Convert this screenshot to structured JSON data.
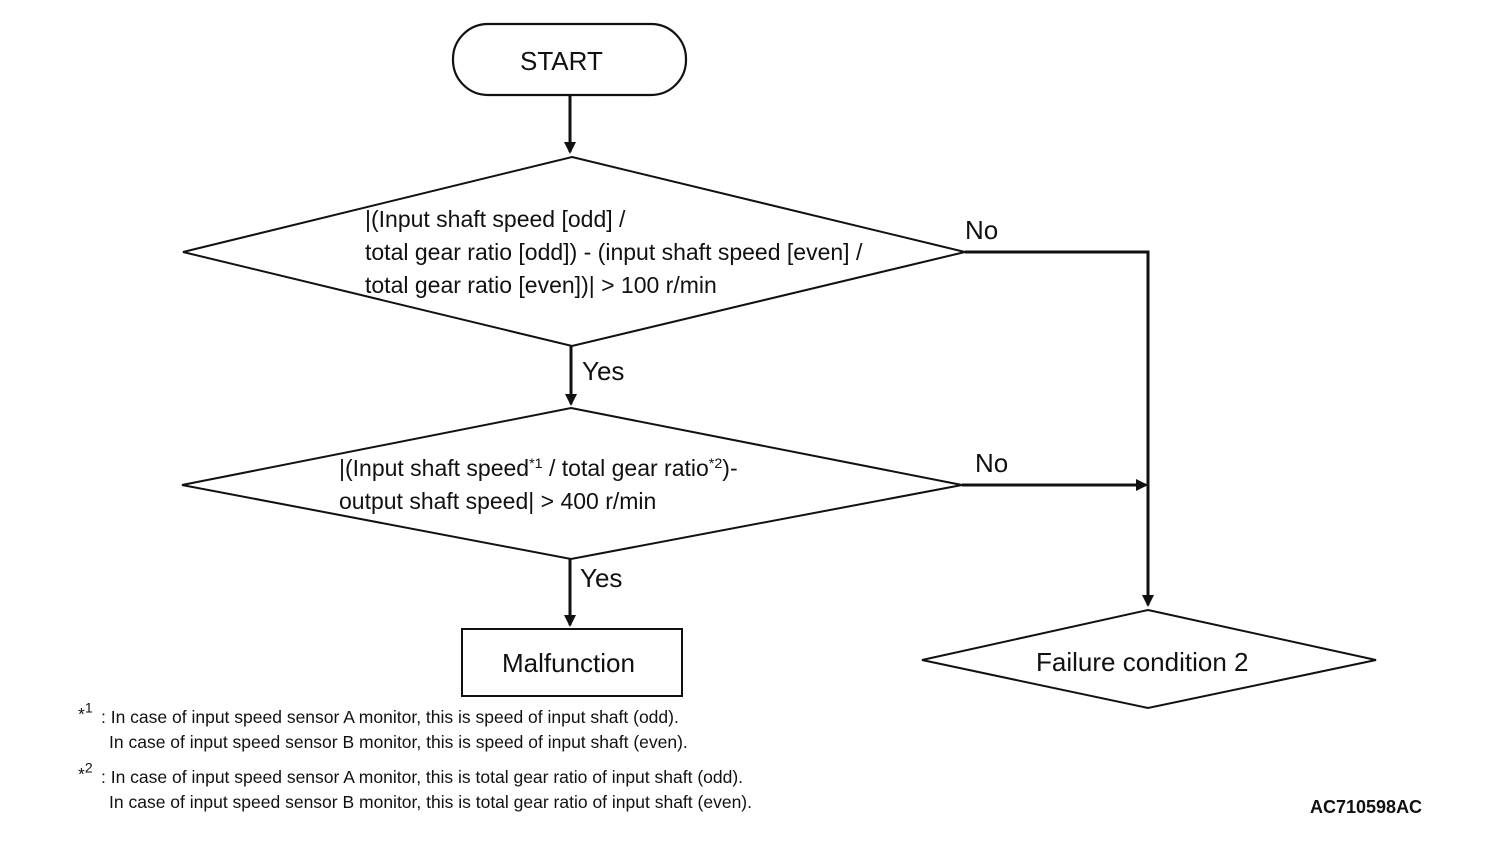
{
  "nodes": {
    "start": {
      "label": "START"
    },
    "decision_1": {
      "lines": [
        "|(Input shaft speed [odd] /",
        "total gear ratio [odd]) - (input shaft speed [even] /",
        "total gear ratio [even])| > 100 r/min"
      ]
    },
    "decision_2": {
      "line1_a": "|(Input shaft speed",
      "line1_sup1": "*1",
      "line1_b": " / total gear ratio",
      "line1_sup2": "*2",
      "line1_c": ")-",
      "line2": "output shaft speed| > 400 r/min"
    },
    "malfunction": {
      "label": "Malfunction"
    },
    "failure_condition": {
      "label": "Failure condition 2"
    }
  },
  "edges": {
    "d1_no": "No",
    "d1_yes": "Yes",
    "d2_no": "No",
    "d2_yes": "Yes"
  },
  "notes": [
    {
      "marker": "*",
      "marker_sup": "1",
      "lines": [
        ": In case of input speed sensor A monitor, this is speed of input shaft (odd).",
        "In case of input speed sensor B monitor, this is speed of input shaft (even)."
      ]
    },
    {
      "marker": "*",
      "marker_sup": "2",
      "lines": [
        ": In case of input speed sensor A monitor, this is total gear ratio of input shaft (odd).",
        "In case of input speed sensor B monitor, this is total gear ratio of input shaft (even)."
      ]
    }
  ],
  "figure_code": "AC710598AC",
  "colors": {
    "stroke": "#111111",
    "background": "#ffffff"
  }
}
